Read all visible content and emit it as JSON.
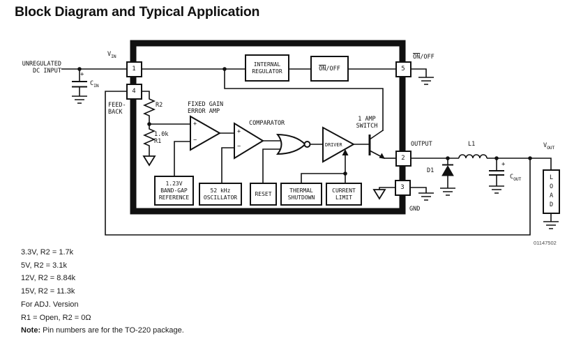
{
  "title": "Block Diagram and Typical Application",
  "figure_number": "01147502",
  "colors": {
    "ink": "#111111",
    "background": "#ffffff",
    "figure_number": "#4a4a4a"
  },
  "diagram": {
    "input_label": "UNREGULATED\nDC INPUT",
    "plus": "+",
    "minus": "−",
    "cap_in": {
      "main": "C",
      "sub": "IN"
    },
    "v_in": {
      "main": "V",
      "sub": "IN"
    },
    "pins": {
      "vin": "1",
      "feedback": "4",
      "onoff": "5",
      "output": "2",
      "ground": "3"
    },
    "feedback_label": "FEED-\nBACK",
    "r2_label": "R2",
    "r1_label": "1.0k\nR1",
    "error_amp_label": "FIXED GAIN\nERROR AMP",
    "comparator_label": "COMPARATOR",
    "driver_label": "DRIVER",
    "switch_label": "1 AMP\nSWITCH",
    "output_label": "OUTPUT",
    "gnd_label": "GND",
    "onoff_pin_label": {
      "on": "ON",
      "rest": "/OFF"
    },
    "d1_label": "D1",
    "l1_label": "L1",
    "cap_out": {
      "main": "C",
      "sub": "OUT"
    },
    "v_out": {
      "main": "V",
      "sub": "OUT"
    },
    "load_label": "L\nO\nA\nD",
    "blocks": {
      "internal_regulator": "INTERNAL\nREGULATOR",
      "onoff_switch": {
        "on": "ON",
        "rest": "/OFF"
      },
      "bandgap_reference": "1.23V\nBAND-GAP\nREFERENCE",
      "oscillator": "52 kHz\nOSCILLATOR",
      "reset": "RESET",
      "thermal_shutdown": "THERMAL\nSHUTDOWN",
      "current_limit": "CURRENT\nLIMIT"
    }
  },
  "notes": {
    "values": [
      "3.3V, R2 = 1.7k",
      "5V, R2 = 3.1k",
      "12V, R2 = 8.84k",
      "15V, R2 = 11.3k",
      "For ADJ. Version",
      "R1 = Open, R2 = 0Ω"
    ],
    "note_prefix": "Note:",
    "note_text": " Pin numbers are for the TO-220 package."
  }
}
